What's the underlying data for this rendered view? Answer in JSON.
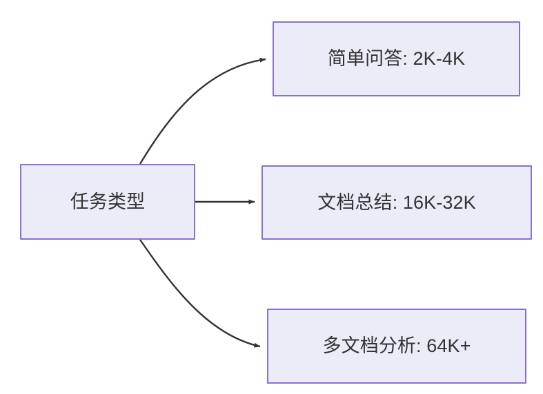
{
  "diagram": {
    "type": "flowchart",
    "direction": "left-to-right",
    "background_color": "#ffffff",
    "node_fill_color": "#ececf9",
    "node_border_color": "#8a70d6",
    "node_text_color": "#333333",
    "edge_color": "#333333",
    "nodes": {
      "root": {
        "id": "root",
        "label": "任务类型"
      },
      "simple_qa": {
        "id": "simple_qa",
        "label": "简单问答: 2K-4K"
      },
      "doc_summary": {
        "id": "doc_summary",
        "label": "文档总结: 16K-32K"
      },
      "multi_doc": {
        "id": "multi_doc",
        "label": "多文档分析: 64K+"
      }
    },
    "edges": [
      {
        "id": "edge-root-simple-qa",
        "from": "root",
        "to": "simple_qa",
        "label": "",
        "style": "curved-arrow"
      },
      {
        "id": "edge-root-doc-summary",
        "from": "root",
        "to": "doc_summary",
        "label": "",
        "style": "straight-arrow"
      },
      {
        "id": "edge-root-multi-doc",
        "from": "root",
        "to": "multi_doc",
        "label": "",
        "style": "curved-arrow"
      }
    ]
  }
}
